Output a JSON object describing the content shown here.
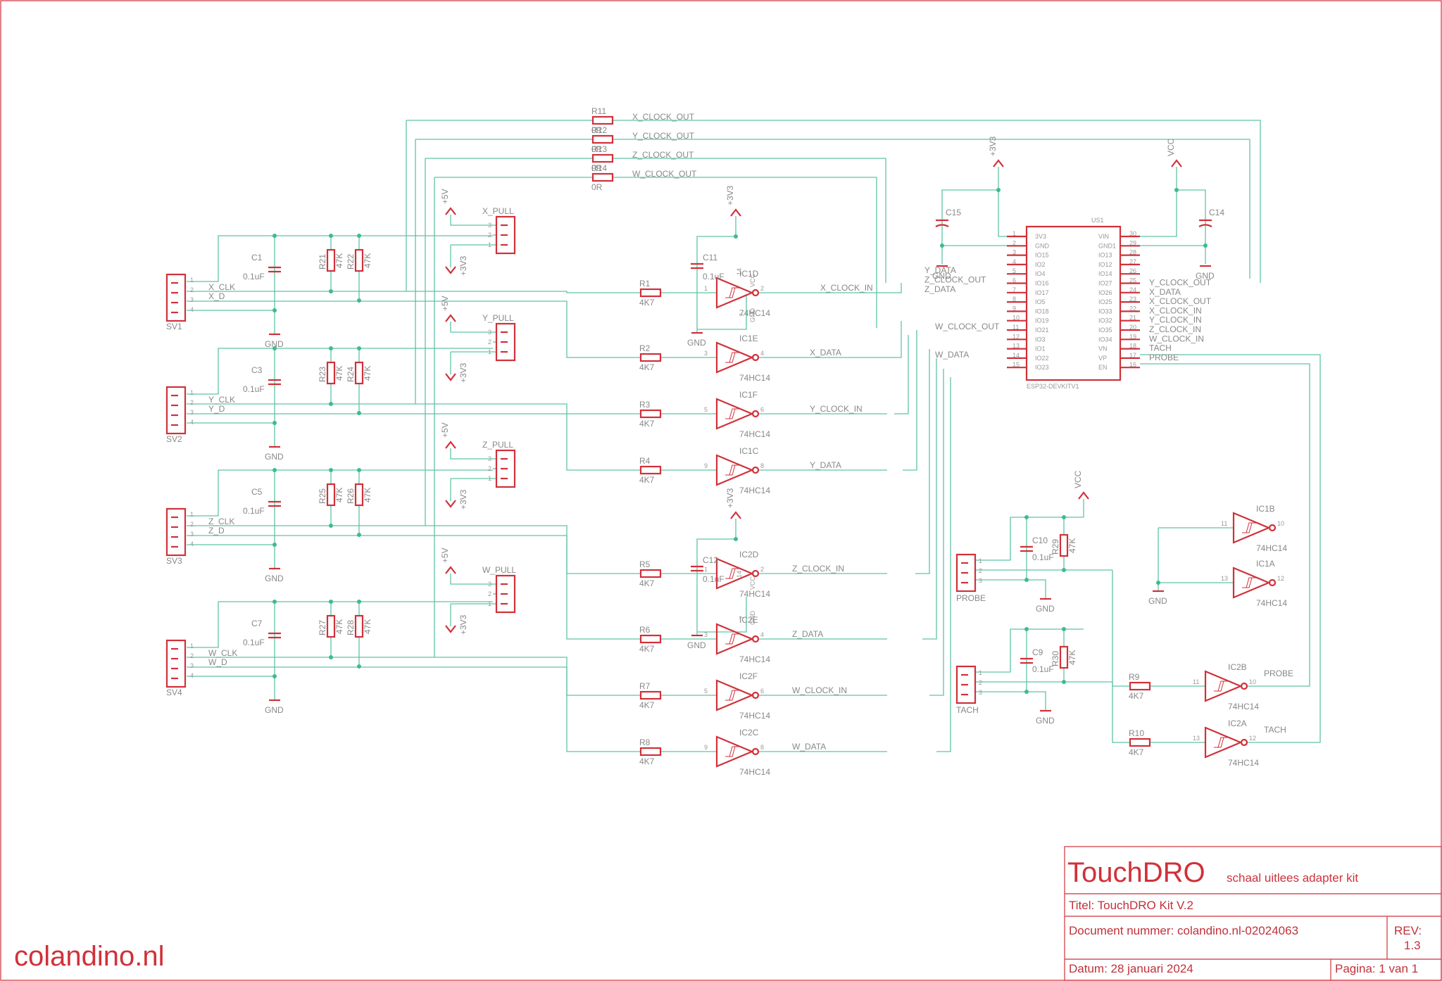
{
  "title_block": {
    "brand": "TouchDRO",
    "subtitle": "schaal uitlees adapter kit",
    "title": "Titel: TouchDRO Kit V.2",
    "document": "Document nummer: colandino.nl-02024063",
    "rev_label": "REV:",
    "rev_value": "1.3",
    "date": "Datum: 28 januari 2024",
    "page": "Pagina: 1 van 1"
  },
  "watermark": "colandino.nl",
  "colors": {
    "symbol": "#d0313a",
    "wire": "#5fc3a8",
    "junction": "#3dbb8f",
    "label": "#888888",
    "frame": "#d0313a"
  },
  "connectors": [
    {
      "name": "SV1",
      "clk": "X_CLK",
      "data": "X_D",
      "cap": "C1",
      "cap_value": "0.1uF",
      "r_a": "R21",
      "r_b": "R22",
      "r_value": "47K",
      "gnd": "GND"
    },
    {
      "name": "SV2",
      "clk": "Y_CLK",
      "data": "Y_D",
      "cap": "C3",
      "cap_value": "0.1uF",
      "r_a": "R23",
      "r_b": "R24",
      "r_value": "47K",
      "gnd": "GND"
    },
    {
      "name": "SV3",
      "clk": "Z_CLK",
      "data": "Z_D",
      "cap": "C5",
      "cap_value": "0.1uF",
      "r_a": "R25",
      "r_b": "R26",
      "r_value": "47K",
      "gnd": "GND"
    },
    {
      "name": "SV4",
      "clk": "W_CLK",
      "data": "W_D",
      "cap": "C7",
      "cap_value": "0.1uF",
      "r_a": "R27",
      "r_b": "R28",
      "r_value": "47K",
      "gnd": "GND"
    }
  ],
  "pull_headers": [
    {
      "name": "X_PULL",
      "v5": "+5V",
      "v33": "+3V3"
    },
    {
      "name": "Y_PULL",
      "v5": "+5V",
      "v33": "+3V3"
    },
    {
      "name": "Z_PULL",
      "v5": "+5V",
      "v33": "+3V3"
    },
    {
      "name": "W_PULL",
      "v5": "+5V",
      "v33": "+3V3"
    }
  ],
  "clock_out_resistors": [
    {
      "ref": "R11",
      "value": "0R",
      "net": "X_CLOCK_OUT"
    },
    {
      "ref": "R12",
      "value": "0R",
      "net": "Y_CLOCK_OUT"
    },
    {
      "ref": "R13",
      "value": "0R",
      "net": "Z_CLOCK_OUT"
    },
    {
      "ref": "R14",
      "value": "0R",
      "net": "W_CLOCK_OUT"
    }
  ],
  "buffers": [
    {
      "res": "R1",
      "rval": "4K7",
      "gate": "IC1D",
      "part": "74HC14",
      "pin_in": "1",
      "pin_out": "2",
      "net": "X_CLOCK_IN"
    },
    {
      "res": "R2",
      "rval": "4K7",
      "gate": "IC1E",
      "part": "74HC14",
      "pin_in": "3",
      "pin_out": "4",
      "net": "X_DATA"
    },
    {
      "res": "R3",
      "rval": "4K7",
      "gate": "IC1F",
      "part": "74HC14",
      "pin_in": "5",
      "pin_out": "6",
      "net": "Y_CLOCK_IN"
    },
    {
      "res": "R4",
      "rval": "4K7",
      "gate": "IC1C",
      "part": "74HC14",
      "pin_in": "9",
      "pin_out": "8",
      "net": "Y_DATA"
    },
    {
      "res": "R5",
      "rval": "4K7",
      "gate": "IC2D",
      "part": "74HC14",
      "pin_in": "1",
      "pin_out": "2",
      "net": "Z_CLOCK_IN"
    },
    {
      "res": "R6",
      "rval": "4K7",
      "gate": "IC2E",
      "part": "74HC14",
      "pin_in": "3",
      "pin_out": "4",
      "net": "Z_DATA"
    },
    {
      "res": "R7",
      "rval": "4K7",
      "gate": "IC2F",
      "part": "74HC14",
      "pin_in": "5",
      "pin_out": "6",
      "net": "W_CLOCK_IN"
    },
    {
      "res": "R8",
      "rval": "4K7",
      "gate": "IC2C",
      "part": "74HC14",
      "pin_in": "9",
      "pin_out": "8",
      "net": "W_DATA"
    }
  ],
  "decoupling": [
    {
      "cap": "C11",
      "value": "0.1uF",
      "supply": "+3V3",
      "gnd": "GND",
      "ic": "IC1",
      "vcc_pin": "14",
      "gnd_pin": "7",
      "vcc_label": "VCC",
      "gnd_label": "GND"
    },
    {
      "cap": "C12",
      "value": "0.1uF",
      "supply": "+3V3",
      "gnd": "GND",
      "ic": "IC2",
      "vcc_pin": "14",
      "gnd_pin": "7",
      "vcc_label": "VCC",
      "gnd_label": "GND"
    }
  ],
  "esp32": {
    "ref": "US1",
    "part": "ESP32-DEVKITV1",
    "supply_left": "+3V3",
    "supply_right": "VCC",
    "cap_left": "C15",
    "cap_right": "C14",
    "gnd": "GND",
    "left_pins": [
      {
        "num": "1",
        "name": "3V3",
        "net": ""
      },
      {
        "num": "2",
        "name": "GND",
        "net": ""
      },
      {
        "num": "3",
        "name": "IO15",
        "net": ""
      },
      {
        "num": "4",
        "name": "IO2",
        "net": ""
      },
      {
        "num": "5",
        "name": "IO4",
        "net": "Y_DATA"
      },
      {
        "num": "6",
        "name": "IO16",
        "net": "Z_CLOCK_OUT"
      },
      {
        "num": "7",
        "name": "IO17",
        "net": "Z_DATA"
      },
      {
        "num": "8",
        "name": "IO5",
        "net": ""
      },
      {
        "num": "9",
        "name": "IO18",
        "net": ""
      },
      {
        "num": "10",
        "name": "IO19",
        "net": ""
      },
      {
        "num": "11",
        "name": "IO21",
        "net": "W_CLOCK_OUT"
      },
      {
        "num": "12",
        "name": "IO3",
        "net": ""
      },
      {
        "num": "13",
        "name": "IO1",
        "net": ""
      },
      {
        "num": "14",
        "name": "IO22",
        "net": "W_DATA"
      },
      {
        "num": "15",
        "name": "IO23",
        "net": ""
      }
    ],
    "right_pins": [
      {
        "num": "30",
        "name": "VIN",
        "net": ""
      },
      {
        "num": "29",
        "name": "GND1",
        "net": ""
      },
      {
        "num": "28",
        "name": "IO13",
        "net": ""
      },
      {
        "num": "27",
        "name": "IO12",
        "net": ""
      },
      {
        "num": "26",
        "name": "IO14",
        "net": ""
      },
      {
        "num": "25",
        "name": "IO27",
        "net": "Y_CLOCK_OUT"
      },
      {
        "num": "24",
        "name": "IO26",
        "net": "X_DATA"
      },
      {
        "num": "23",
        "name": "IO25",
        "net": "X_CLOCK_OUT"
      },
      {
        "num": "22",
        "name": "IO33",
        "net": "X_CLOCK_IN"
      },
      {
        "num": "21",
        "name": "IO32",
        "net": "Y_CLOCK_IN"
      },
      {
        "num": "20",
        "name": "IO35",
        "net": "Z_CLOCK_IN"
      },
      {
        "num": "19",
        "name": "IO34",
        "net": "W_CLOCK_IN"
      },
      {
        "num": "18",
        "name": "VN",
        "net": "TACH"
      },
      {
        "num": "17",
        "name": "VP",
        "net": "PROBE"
      },
      {
        "num": "16",
        "name": "EN",
        "net": ""
      }
    ]
  },
  "aux_inputs": [
    {
      "name": "PROBE",
      "supply": "VCC",
      "cap": "C10",
      "cap_value": "0.1uF",
      "res": "R29",
      "res_value": "47K",
      "gnd": "GND",
      "r_in": "R9",
      "r_in_value": "4K7",
      "gate": "IC2B",
      "part": "74HC14",
      "pin_in": "11",
      "pin_out": "10",
      "net": "PROBE"
    },
    {
      "name": "TACH",
      "cap": "C9",
      "cap_value": "0.1uF",
      "res": "R30",
      "res_value": "47K",
      "gnd": "GND",
      "r_in": "R10",
      "r_in_value": "4K7",
      "gate": "IC2A",
      "part": "74HC14",
      "pin_in": "13",
      "pin_out": "12",
      "net": "TACH"
    }
  ],
  "spare_gates": [
    {
      "gate": "IC1B",
      "part": "74HC14",
      "pin_in": "11",
      "pin_out": "10"
    },
    {
      "gate": "IC1A",
      "part": "74HC14",
      "pin_in": "13",
      "pin_out": "12"
    }
  ],
  "spare_gnd": "GND"
}
